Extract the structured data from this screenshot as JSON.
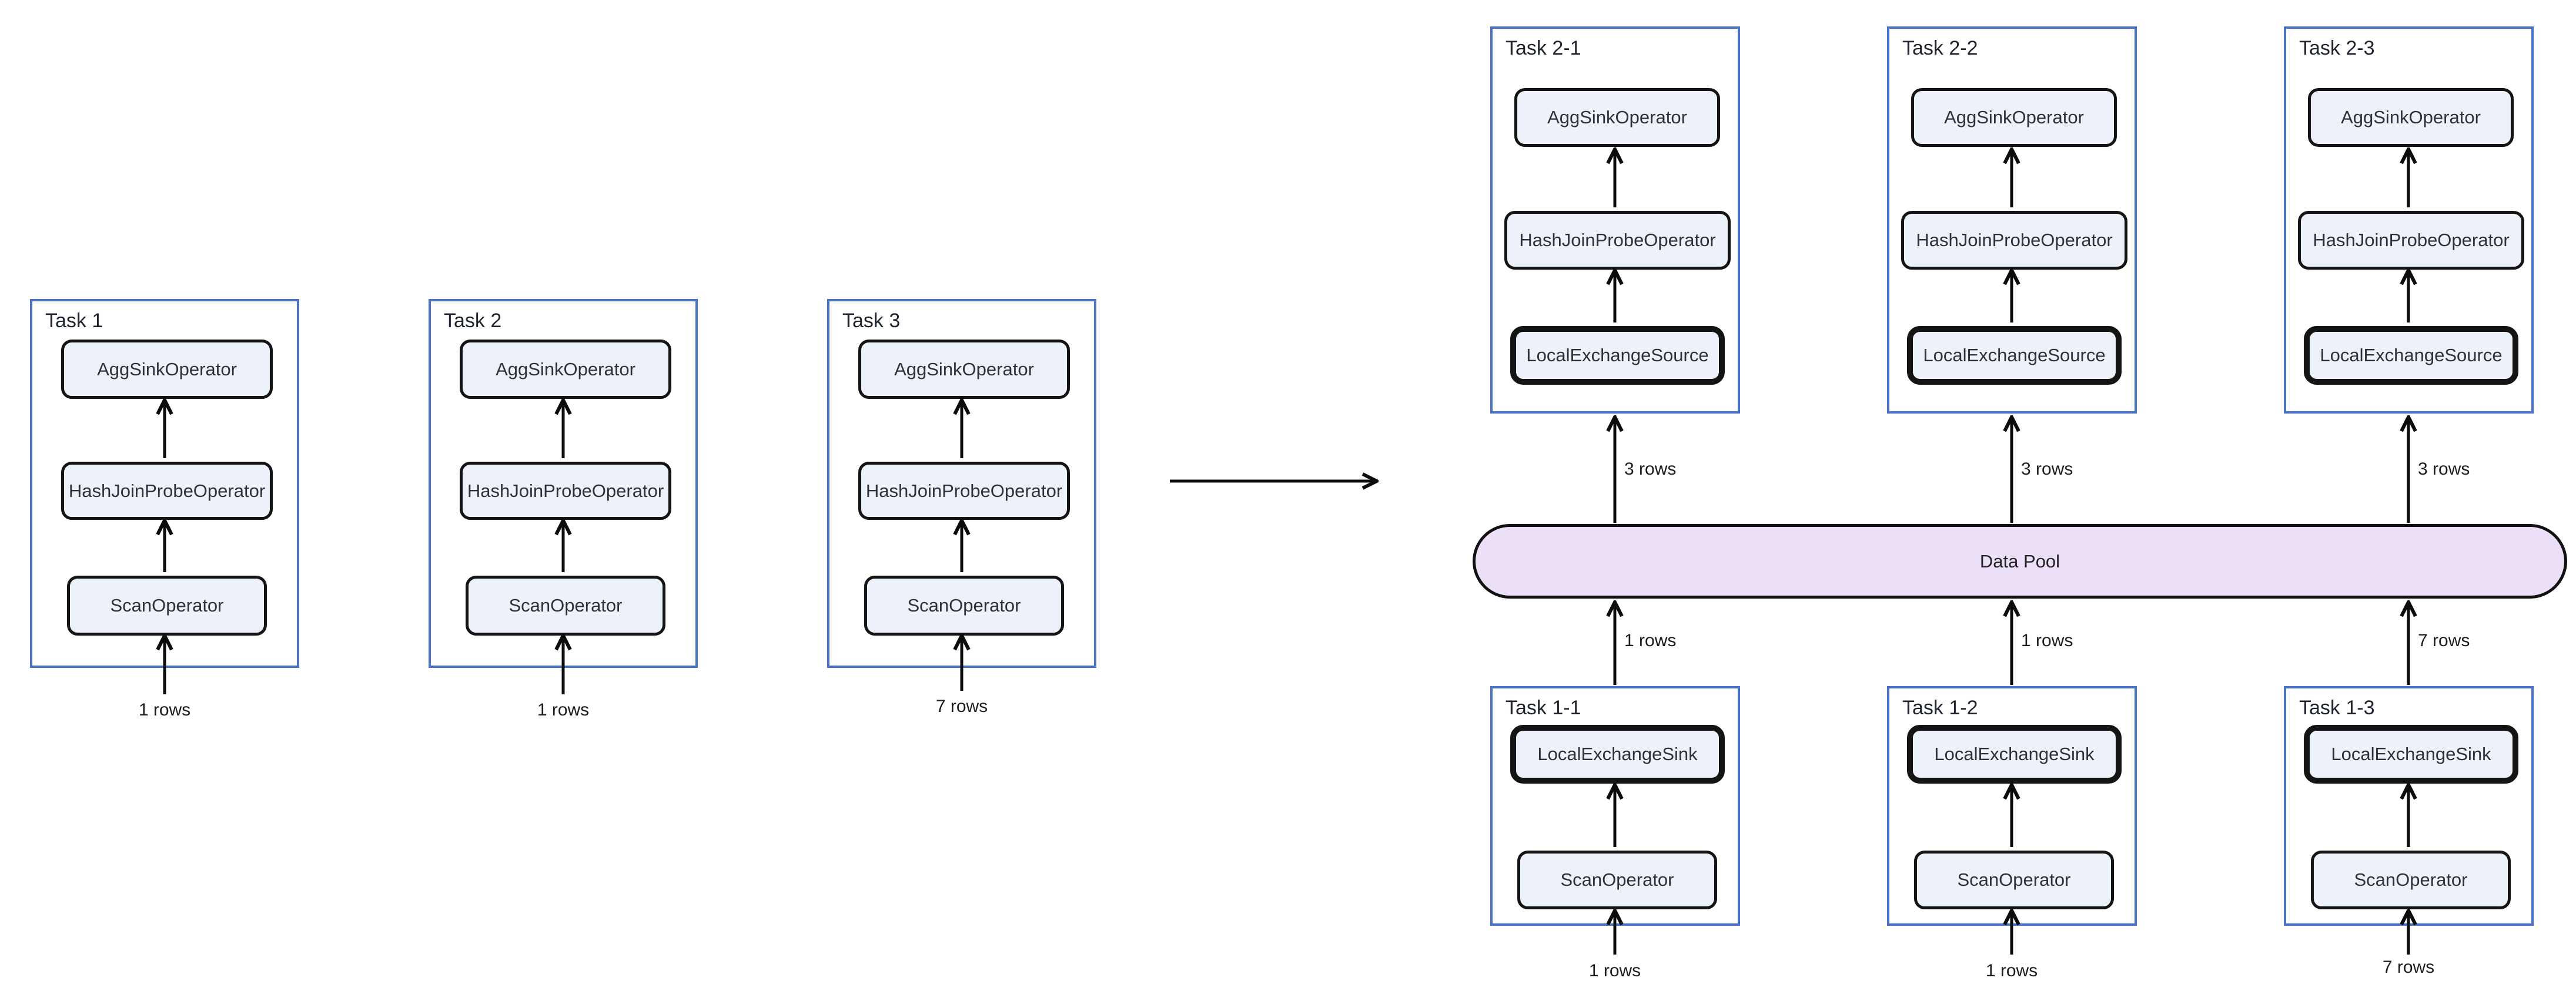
{
  "diagram": {
    "colors": {
      "task_border": "#4b72c9",
      "node_fill": "#edf1fa",
      "node_border": "#141414",
      "pool_fill": "#ecdff8",
      "text": "#2d3138",
      "background": "#ffffff"
    },
    "left_tasks": [
      {
        "title": "Task 1",
        "nodes": [
          "AggSinkOperator",
          "HashJoinProbeOperator",
          "ScanOperator"
        ],
        "input_label": "1 rows"
      },
      {
        "title": "Task 2",
        "nodes": [
          "AggSinkOperator",
          "HashJoinProbeOperator",
          "ScanOperator"
        ],
        "input_label": "1 rows"
      },
      {
        "title": "Task 3",
        "nodes": [
          "AggSinkOperator",
          "HashJoinProbeOperator",
          "ScanOperator"
        ],
        "input_label": "7 rows"
      }
    ],
    "right_top_tasks": [
      {
        "title": "Task 2-1",
        "nodes": [
          "AggSinkOperator",
          "HashJoinProbeOperator",
          "LocalExchangeSource"
        ],
        "input_label": "3 rows"
      },
      {
        "title": "Task 2-2",
        "nodes": [
          "AggSinkOperator",
          "HashJoinProbeOperator",
          "LocalExchangeSource"
        ],
        "input_label": "3 rows"
      },
      {
        "title": "Task 2-3",
        "nodes": [
          "AggSinkOperator",
          "HashJoinProbeOperator",
          "LocalExchangeSource"
        ],
        "input_label": "3 rows"
      }
    ],
    "data_pool": {
      "label": "Data Pool"
    },
    "right_bottom_tasks": [
      {
        "title": "Task 1-1",
        "nodes": [
          "LocalExchangeSink",
          "ScanOperator"
        ],
        "output_label": "1 rows",
        "input_label": "1 rows"
      },
      {
        "title": "Task 1-2",
        "nodes": [
          "LocalExchangeSink",
          "ScanOperator"
        ],
        "output_label": "1 rows",
        "input_label": "1 rows"
      },
      {
        "title": "Task 1-3",
        "nodes": [
          "LocalExchangeSink",
          "ScanOperator"
        ],
        "output_label": "7 rows",
        "input_label": "7 rows"
      }
    ]
  }
}
